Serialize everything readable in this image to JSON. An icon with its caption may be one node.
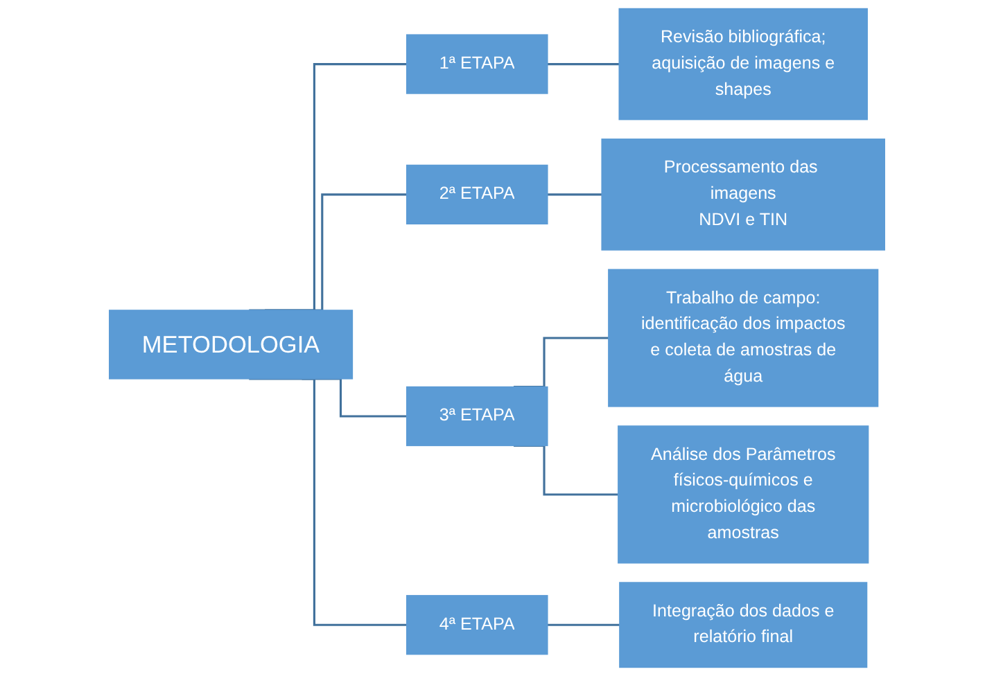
{
  "diagram": {
    "nodes": [
      {
        "text": [
          "METODOLOGIA"
        ]
      },
      {
        "text": [
          "1ª ETAPA"
        ]
      },
      {
        "text": [
          "Revisão bibliográfica; aquisição de imagens e shapes"
        ]
      },
      {
        "text": [
          "2ª ETAPA"
        ]
      },
      {
        "text": [
          "Processamento das imagens NDVI e TIN"
        ]
      },
      {
        "text": [
          "3ª ETAPA"
        ]
      },
      {
        "text": [
          "Trabalho de campo: identificação dos impactos e coleta de amostras de água"
        ]
      },
      {
        "text": [
          "Análise dos Parâmetros físicos-químicos e microbiológico das amostras"
        ]
      },
      {
        "text": [
          "4ª ETAPA"
        ]
      },
      {
        "text": [
          "Integração dos dados e relatório final"
        ]
      }
    ],
    "edges": [
      {
        "from": 0,
        "to": 1,
        "arrow": "none"
      },
      {
        "from": 0,
        "to": 3,
        "arrow": "none"
      },
      {
        "from": 0,
        "to": 5,
        "arrow": "none"
      },
      {
        "from": 0,
        "to": 8,
        "arrow": "none"
      },
      {
        "from": 1,
        "to": 2,
        "arrow": "none"
      },
      {
        "from": 3,
        "to": 4,
        "arrow": "none"
      },
      {
        "from": 5,
        "to": 6,
        "arrow": "none"
      },
      {
        "from": 5,
        "to": 7,
        "arrow": "none"
      },
      {
        "from": 8,
        "to": 9,
        "arrow": "none"
      }
    ]
  }
}
